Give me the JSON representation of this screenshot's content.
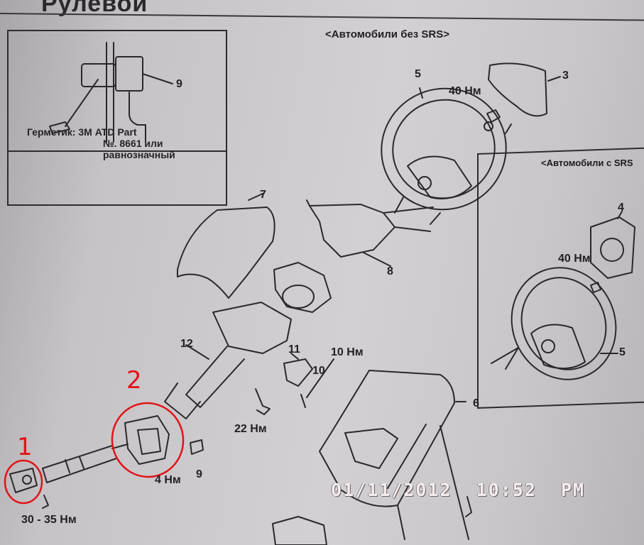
{
  "header": {
    "title": "Рулевой",
    "variant_no_srs": "<Автомобили без SRS>",
    "variant_srs": "<Автомобили с SRS"
  },
  "inset": {
    "note": [
      "Герметик: 3М ATD Part",
      "№. 8661 или",
      "равнозначный"
    ]
  },
  "callouts": {
    "inset_9": "9",
    "wheel_5_top": "5",
    "horn_3": "3",
    "torque_40_top": "40 Нм",
    "cover_7": "7",
    "switch_8": "8",
    "airbag_4": "4",
    "torque_40_srs": "40 Нм",
    "wheel_5_srs": "5",
    "column_12": "12",
    "bracket_11": "11",
    "torque_10": "10 Нм",
    "bolt_10": "10",
    "cover_6": "6",
    "torque_22": "22 Нм",
    "bolt_9": "9",
    "torque_4": "4 Нм",
    "torque_30_35": "30 - 35 Нм"
  },
  "handwritten": {
    "mark_1": "1",
    "mark_2": "2",
    "color": "#e0141a"
  },
  "stamp": {
    "date": "01/11/2012",
    "time": "10:52",
    "ampm": "PM"
  }
}
